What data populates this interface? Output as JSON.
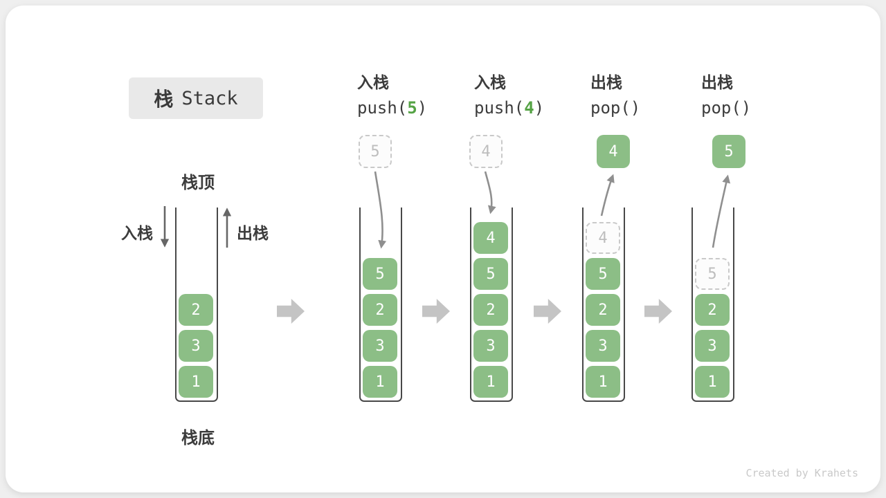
{
  "title": {
    "zh": "栈",
    "en": "Stack"
  },
  "operations": [
    {
      "action": "入栈",
      "code_pre": "push(",
      "code_arg": "5",
      "code_post": ")"
    },
    {
      "action": "入栈",
      "code_pre": "push(",
      "code_arg": "4",
      "code_post": ")"
    },
    {
      "action": "出栈",
      "code_pre": "pop(",
      "code_arg": "",
      "code_post": ")"
    },
    {
      "action": "出栈",
      "code_pre": "pop(",
      "code_arg": "",
      "code_post": ")"
    }
  ],
  "labels": {
    "stack_top": "栈顶",
    "stack_bottom": "栈底",
    "push": "入栈",
    "pop": "出栈"
  },
  "floating_cells": [
    {
      "value": "5",
      "style": "dashed",
      "meaning": "element being pushed"
    },
    {
      "value": "4",
      "style": "dashed",
      "meaning": "element being pushed"
    },
    {
      "value": "4",
      "style": "solid",
      "meaning": "element popped"
    },
    {
      "value": "5",
      "style": "solid",
      "meaning": "element popped"
    }
  ],
  "stacks": [
    {
      "cells": [
        {
          "value": "2",
          "style": "solid"
        },
        {
          "value": "3",
          "style": "solid"
        },
        {
          "value": "1",
          "style": "solid"
        }
      ]
    },
    {
      "cells": [
        {
          "value": "5",
          "style": "solid"
        },
        {
          "value": "2",
          "style": "solid"
        },
        {
          "value": "3",
          "style": "solid"
        },
        {
          "value": "1",
          "style": "solid"
        }
      ]
    },
    {
      "cells": [
        {
          "value": "4",
          "style": "solid"
        },
        {
          "value": "5",
          "style": "solid"
        },
        {
          "value": "2",
          "style": "solid"
        },
        {
          "value": "3",
          "style": "solid"
        },
        {
          "value": "1",
          "style": "solid"
        }
      ]
    },
    {
      "cells": [
        {
          "value": "4",
          "style": "dashed"
        },
        {
          "value": "5",
          "style": "solid"
        },
        {
          "value": "2",
          "style": "solid"
        },
        {
          "value": "3",
          "style": "solid"
        },
        {
          "value": "1",
          "style": "solid"
        }
      ]
    },
    {
      "cells": [
        {
          "value": "5",
          "style": "dashed"
        },
        {
          "value": "2",
          "style": "solid"
        },
        {
          "value": "3",
          "style": "solid"
        },
        {
          "value": "1",
          "style": "solid"
        }
      ]
    }
  ],
  "watermark": "Created by Krahets",
  "colors": {
    "cell_green": "#8CBE86",
    "code_highlight_green": "#55A345",
    "ghost_gray": "#BDBDBD",
    "badge_background": "#E9E9E9",
    "step_arrow_gray": "#C4C4C4",
    "flow_arrow_gray": "#8F8F8F",
    "text_dark": "#3C3C3C",
    "watermark_gray": "#C9C9C9"
  }
}
